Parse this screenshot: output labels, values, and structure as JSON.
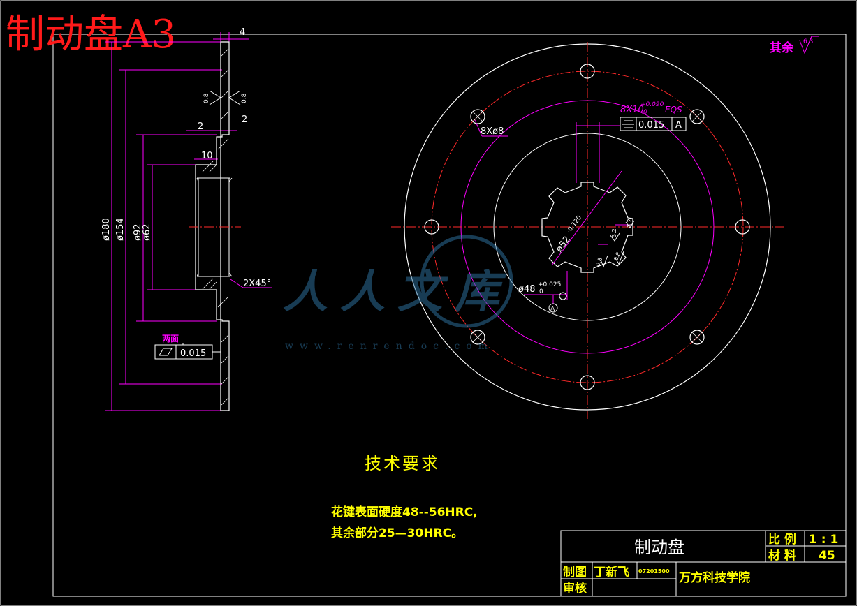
{
  "watermark_title": "制动盘A3",
  "roughness_note": {
    "label": "其余",
    "value": "6.3"
  },
  "side_view": {
    "dims": {
      "thickness": "4",
      "step_left": "2",
      "step_right": "2",
      "hub_width": "10",
      "d180": "ø180",
      "d154": "ø154",
      "d92": "ø92",
      "d62": "ø62",
      "chamfer": "2X45°"
    },
    "roughness_a": "0.8",
    "roughness_b": "0.8",
    "flatness_title": "两面",
    "flatness_value": "0.015"
  },
  "front_view": {
    "hole_pattern": "8Xø8",
    "spline_spec": "8X10",
    "spline_tol_upper": "+0.090",
    "spline_tol_lower": "0",
    "spline_suffix": "EQS",
    "position_tol_value": "0.015",
    "position_tol_datum": "A",
    "outer_spline": "ø52",
    "outer_spline_tol": "-0.120",
    "bore": "ø48",
    "bore_tol_upper": "+0.025",
    "bore_tol_lower": "0",
    "datum_label": "A",
    "roughness_1": "3.2",
    "roughness_2": "0.8",
    "roughness_3": "0.8",
    "roughness_4": "3.2"
  },
  "tech_requirements": {
    "title": "技术要求",
    "line1": "花键表面硬度48--56HRC,",
    "line2": "其余部分25—30HRC。"
  },
  "title_block": {
    "part_name": "制动盘",
    "scale_label": "比 例",
    "scale_value": "1 : 1",
    "material_label": "材 料",
    "material_value": "45",
    "drawn_label": "制图",
    "drawn_by": "丁新飞",
    "drawing_no": "07201500",
    "checked_label": "审核",
    "school": "万方科技学院"
  },
  "watermark": {
    "brand": "人人文库",
    "url": "www.renrendoc.com"
  }
}
